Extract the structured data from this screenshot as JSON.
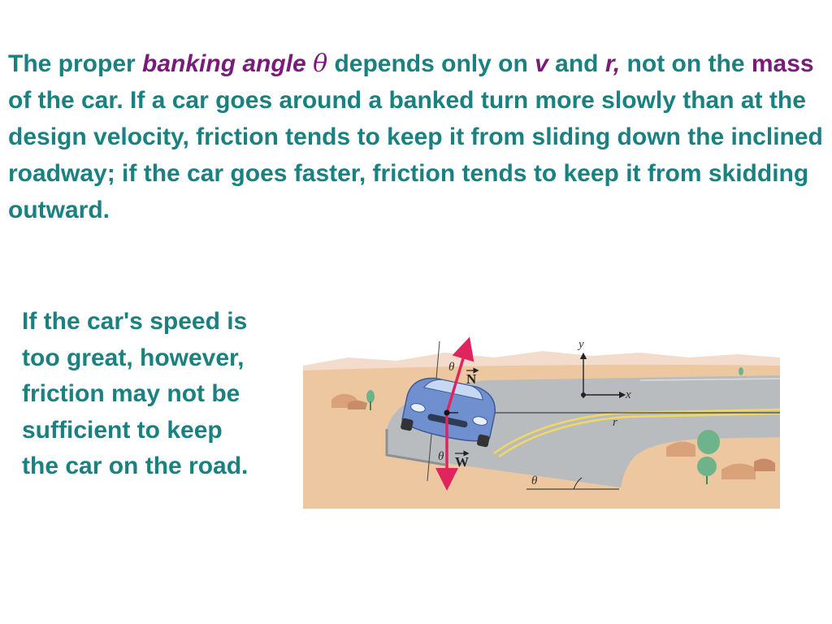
{
  "top_paragraph": {
    "s1": "The proper ",
    "banking_angle": "banking angle",
    "theta": "θ",
    "s2": " depends only on ",
    "v": "v",
    "s3": " and ",
    "r": "r,",
    "s4": " not on the ",
    "mass": "mass",
    "s5": " of the car. If a car goes around a banked turn more slowly than at the design velocity, friction tends to keep it from sliding down the inclined roadway; if the car goes faster, friction tends to keep it from skidding outward."
  },
  "side_paragraph": {
    "text": "If the car's speed is too great, however, friction may not be sufficient to keep the car on the road."
  },
  "figure": {
    "labels": {
      "theta_top": "θ",
      "n_vector": "N",
      "theta_bottom": "θ",
      "w_vector": "W",
      "y_axis": "y",
      "x_axis": "x",
      "radius": "r",
      "bank_angle": "θ"
    },
    "colors": {
      "force_arrow": "#e0245e",
      "road": "#b9bcbf",
      "ground": "#edc7a0",
      "car_body": "#6f8fcf",
      "road_line": "#f2d860",
      "text_teal": "#1a8080",
      "text_purple": "#7a1a7a"
    }
  }
}
